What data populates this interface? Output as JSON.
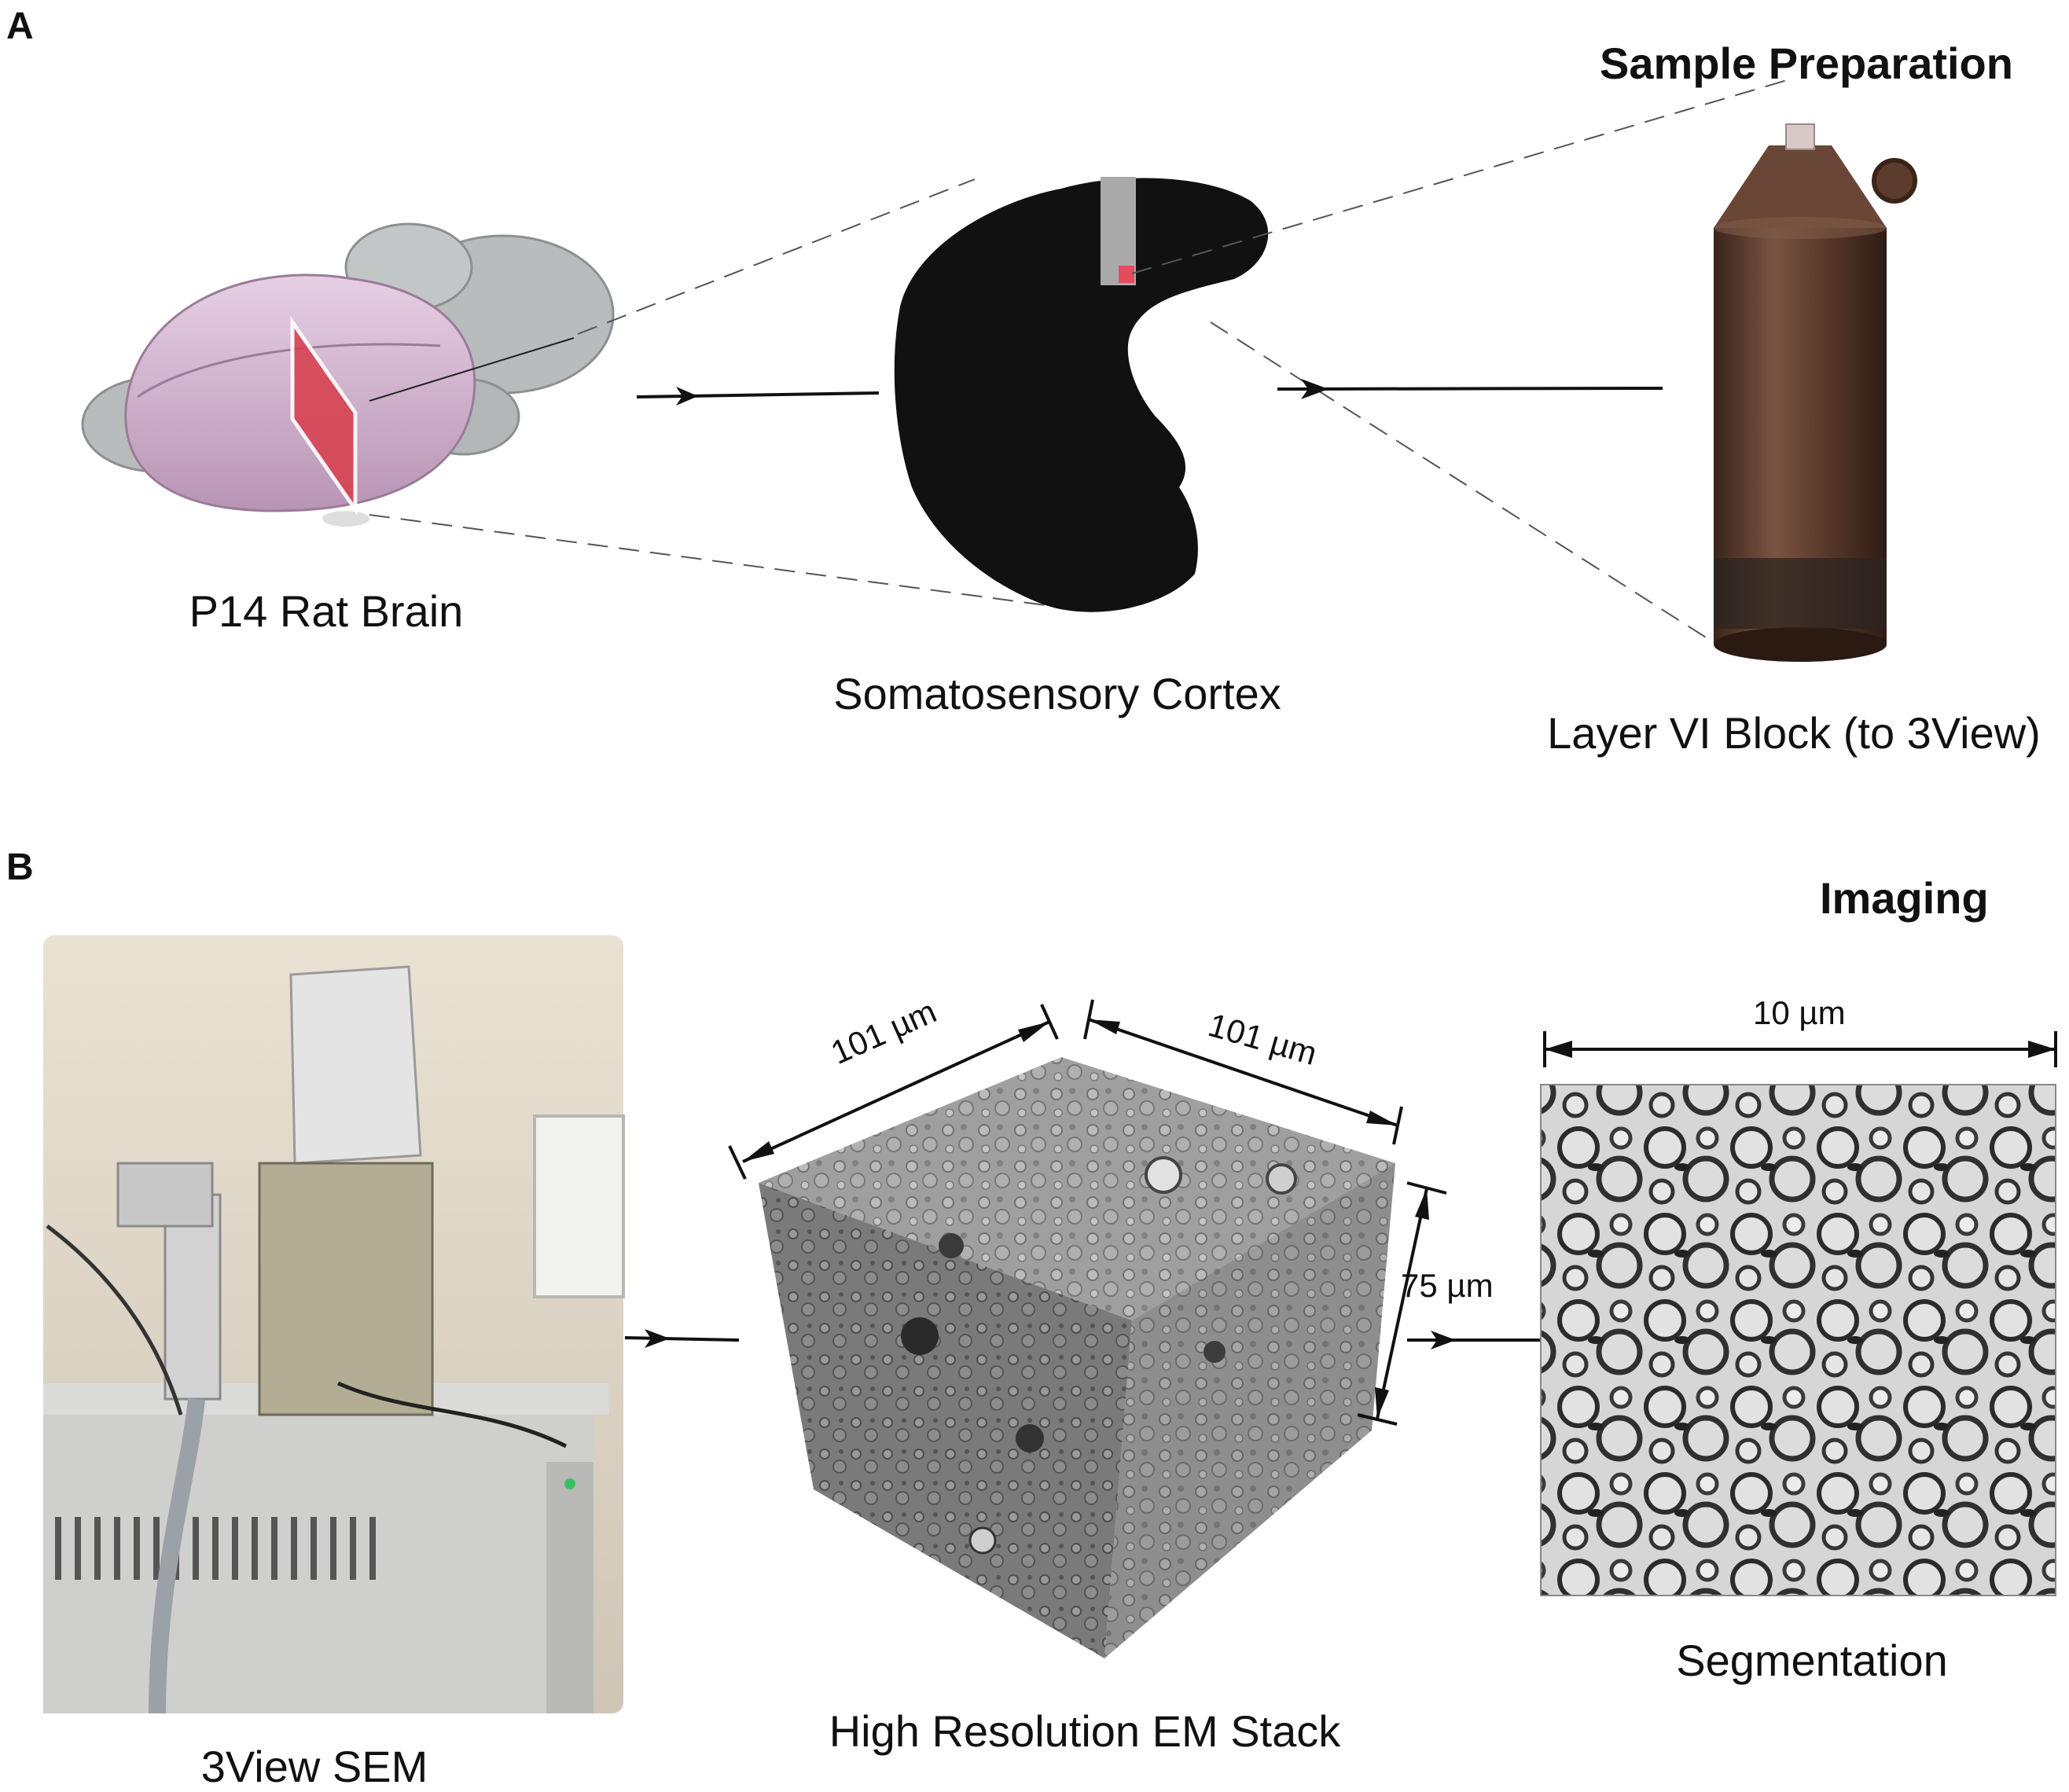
{
  "panels": {
    "a": {
      "letter": "A",
      "title": "Sample Preparation",
      "labels": {
        "brain": "P14 Rat Brain",
        "cortex": "Somatosensory Cortex",
        "block": "Layer VI Block (to 3View)"
      }
    },
    "b": {
      "letter": "B",
      "title": "Imaging",
      "labels": {
        "sem": "3View SEM",
        "stack": "High Resolution EM Stack",
        "segmentation": "Segmentation"
      },
      "dimensions": {
        "stack_width": "101 µm",
        "stack_depth": "101 µm",
        "stack_height": "75 µm",
        "segment_width": "10 µm"
      }
    }
  },
  "colors": {
    "brain_pink": "#d8b8d6",
    "brain_grey": "#b9bcbd",
    "slice_red": "#d8404e",
    "cortex_black": "#111111",
    "block_copper": "#5a3a2c",
    "em_grey": "#8e8e8e"
  }
}
